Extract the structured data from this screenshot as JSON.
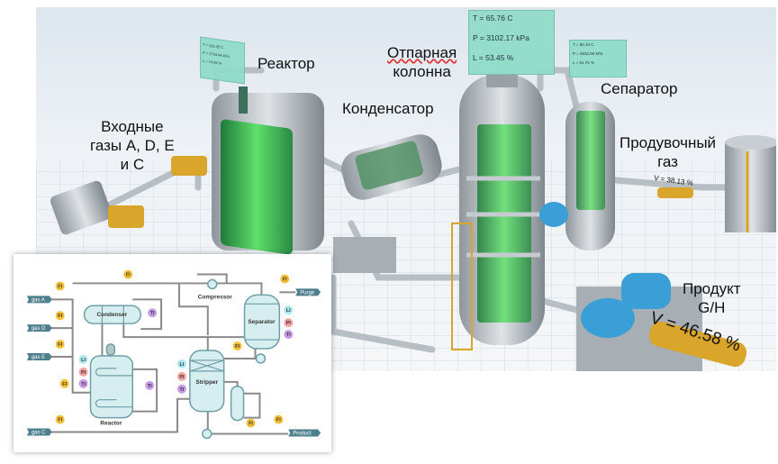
{
  "scene": {
    "labels": {
      "inlet_gases": [
        "Входные",
        "газы A, D, E",
        "и С"
      ],
      "reactor": "Реактор",
      "condenser": "Конденсатор",
      "stripper": [
        "Отпарная",
        "колонна"
      ],
      "separator": "Сепаратор",
      "purge": [
        "Продувочный",
        "газ"
      ],
      "product": [
        "Продукт",
        "G/H"
      ]
    },
    "reactor_panel": {
      "t": "T = 120.35 C",
      "p": "P = 2704.44 kPa",
      "l": "L = 74.93 %"
    },
    "stripper_panel": {
      "t": "T = 65.76 C",
      "p": "P = 3102.17 kPa",
      "l": "L = 53.45 %"
    },
    "separator_panel": {
      "t": "T = 80.10 C",
      "p": "P = 2632.95 kPa",
      "l": "L = 51.76 %"
    },
    "purge_valve": "V = 38.13 %",
    "product_valve": "V = 46.58 %",
    "colors": {
      "panel": "#8fdcc8",
      "liquid": "#4ccf5a",
      "valve": "#d9a52a",
      "pump": "#3a9fd6"
    }
  },
  "schematic": {
    "units": {
      "reactor": "Reactor",
      "condenser": "Condenser",
      "compressor": "Compressor",
      "separator": "Separator",
      "stripper": "Stripper"
    },
    "streams": {
      "gas_a": "gas A",
      "gas_d": "gas D",
      "gas_e": "gas E",
      "gas_c": "gas C",
      "purge": "Purge",
      "product": "Product"
    },
    "instruments": {
      "fi": "FI",
      "li": "LI",
      "pi": "PI",
      "ti": "TI"
    },
    "colors": {
      "fi": "#f5c038",
      "li": "#a9e9ef",
      "pi": "#f4a3a0",
      "ti": "#c79ae6",
      "vessel": "#d7eef0",
      "line": "#888888",
      "tag": "#4e7f8c"
    }
  }
}
